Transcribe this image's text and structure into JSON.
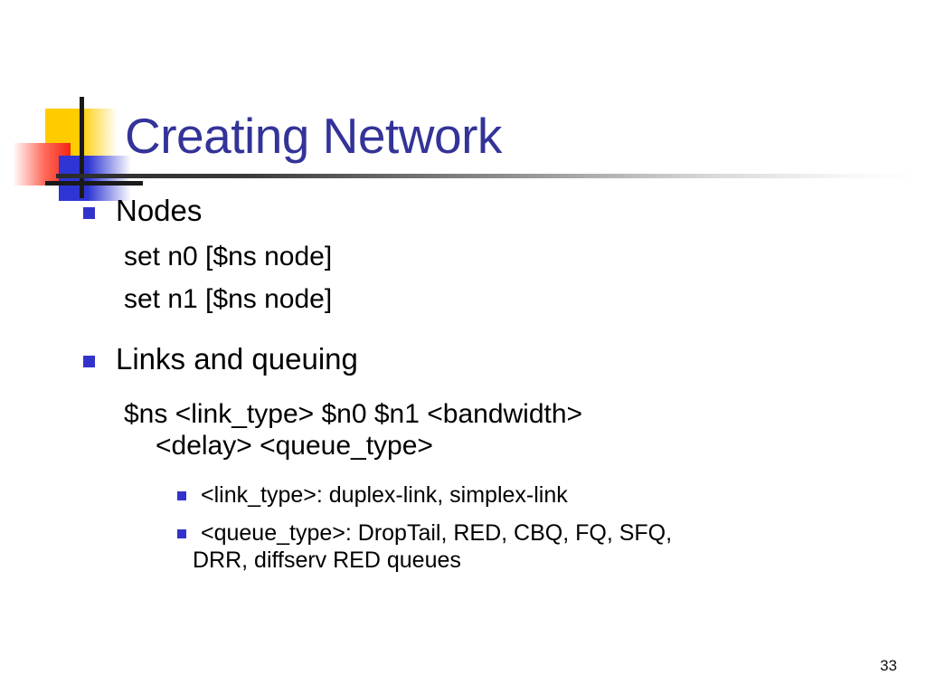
{
  "slide": {
    "title": "Creating Network",
    "page_number": "33",
    "colors": {
      "title": "#333399",
      "bullet": "#3333CC",
      "logo_yellow": "#FFCC00",
      "logo_red": "#F22613",
      "logo_blue": "#2E35D4",
      "rule": "#2b2b2b",
      "text": "#000000"
    },
    "content": {
      "nodes_heading": "Nodes",
      "nodes_code_1": "set n0 [$ns node]",
      "nodes_code_2": "set n1 [$ns node]",
      "links_heading": "Links and queuing",
      "links_code_line1": "$ns <link_type> $n0 $n1 <bandwidth>",
      "links_code_line2": "<delay>  <queue_type>",
      "link_type_detail": "<link_type>: duplex-link, simplex-link",
      "queue_type_detail_line1": "<queue_type>: DropTail, RED, CBQ, FQ, SFQ,",
      "queue_type_detail_line2": "DRR, diffserv RED queues"
    }
  }
}
